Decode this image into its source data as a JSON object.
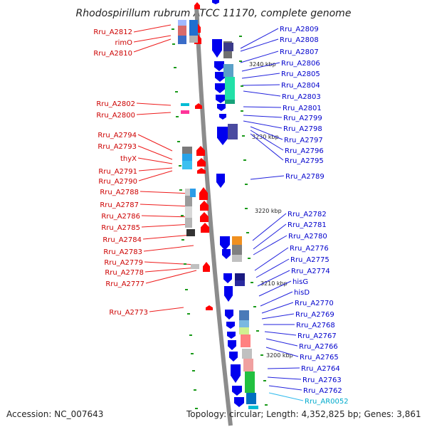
{
  "title": "Rhodospirillum rubrum ATCC 11170, complete genome",
  "accession": "Accession: NC_007643",
  "summary": "Topology: circular; Length: 4,352,825 bp; Genes: 3,861",
  "colors": {
    "forward": "#ff0000",
    "reverse": "#0000ee",
    "rna": "#00bcd4",
    "backbone": "#888888",
    "tickmark": "#1a9a1a"
  },
  "scale_ticks": [
    "3240 kbp",
    "3230 kbp",
    "3220 kbp",
    "3210 kbp",
    "3200 kbp"
  ],
  "left_labels": [
    "Rru_A2812",
    "rimO",
    "Rru_A2810",
    "Rru_A2802",
    "Rru_A2800",
    "Rru_A2794",
    "Rru_A2793",
    "thyX",
    "Rru_A2791",
    "Rru_A2790",
    "Rru_A2788",
    "Rru_A2787",
    "Rru_A2786",
    "Rru_A2785",
    "Rru_A2784",
    "Rru_A2783",
    "Rru_A2779",
    "Rru_A2778",
    "Rru_A2777",
    "Rru_A2773"
  ],
  "right_labels": [
    "Rru_A2809",
    "Rru_A2808",
    "Rru_A2807",
    "Rru_A2806",
    "Rru_A2805",
    "Rru_A2804",
    "Rru_A2803",
    "Rru_A2801",
    "Rru_A2799",
    "Rru_A2798",
    "Rru_A2797",
    "Rru_A2796",
    "Rru_A2795",
    "Rru_A2789",
    "Rru_A2782",
    "Rru_A2781",
    "Rru_A2780",
    "Rru_A2776",
    "Rru_A2775",
    "Rru_A2774",
    "hisG",
    "hisD",
    "Rru_A2770",
    "Rru_A2769",
    "Rru_A2768",
    "Rru_A2767",
    "Rru_A2766",
    "Rru_A2765",
    "Rru_A2764",
    "Rru_A2763",
    "Rru_A2762",
    "Rru_AR0052"
  ]
}
